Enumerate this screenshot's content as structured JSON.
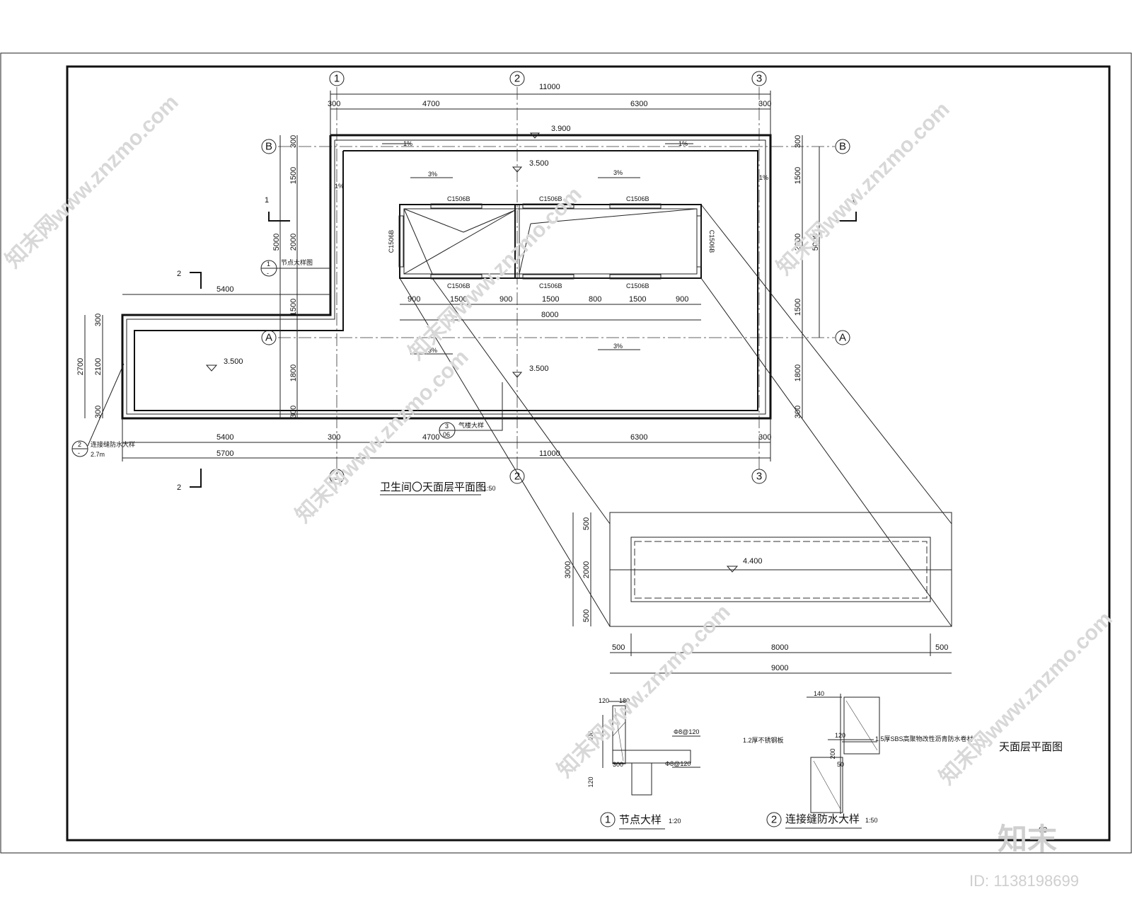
{
  "plan": {
    "title": "卫生间〇天面层平面图",
    "scale": "1:50",
    "axes": {
      "one": "1",
      "two": "2",
      "three": "3",
      "a": "A",
      "b": "B"
    },
    "top_dims": {
      "total": "11000",
      "d300a": "300",
      "d4700": "4700",
      "d6300": "6300",
      "d300b": "300"
    },
    "bottom_dims": {
      "d5400": "5400",
      "d300": "300",
      "d4700": "4700",
      "d6300": "6300",
      "d300b": "300",
      "d5700": "5700",
      "d11000": "11000"
    },
    "left_dims": {
      "d300": "300",
      "d1500": "1500",
      "d2000": "2000",
      "d1500b": "1500",
      "d1800": "1800",
      "d300b": "300",
      "d5000": "5000",
      "d2700": "2700",
      "d2100": "2100",
      "d300c": "300",
      "d300d": "300",
      "wing": "5400"
    },
    "right_dims": {
      "d300": "300",
      "d1500": "1500",
      "d2000": "2000",
      "d1500b": "1500",
      "d1800": "1800",
      "d300b": "300",
      "d5000": "5000"
    },
    "window_dims": {
      "d900a": "900",
      "d1500a": "1500",
      "d900b": "900",
      "d1500b": "1500",
      "d800": "800",
      "d1500c": "1500",
      "d900c": "900",
      "total": "8000"
    },
    "elevations": {
      "top": "3.900",
      "mid_top": "3.500",
      "mid_bottom": "3.500",
      "left": "3.500"
    },
    "slopes": {
      "a": "1%",
      "b": "1%",
      "c": "1%",
      "d": "1%",
      "e": "3%",
      "f": "3%",
      "g": "3%",
      "h": "3%"
    },
    "windows": {
      "w": "C1506B"
    },
    "section_marks": {
      "s1": "1",
      "s2": "2"
    },
    "callouts": {
      "node_label": "节点大样图",
      "node_num": "1",
      "node_sub": "-",
      "joint_num": "2",
      "joint_sub": "-",
      "joint_label": "连接缝防水大样",
      "joint_height": "2.7m",
      "detail3_num": "3",
      "detail3_sub": "06",
      "detail3_label": "气楼大样"
    }
  },
  "roof": {
    "elevation": "4.400",
    "left_dims": {
      "total": "3000",
      "d500a": "500",
      "d2000": "2000",
      "d500b": "500"
    },
    "bottom_dims": {
      "d500a": "500",
      "d8000": "8000",
      "d500b": "500",
      "total": "9000"
    }
  },
  "detail1": {
    "num": "1",
    "title": "节点大样",
    "scale": "1:20",
    "dims": {
      "d120": "120",
      "d180": "180",
      "d400": "400",
      "d300": "300",
      "d120b": "120"
    },
    "rebar": {
      "r1": "Φ8@120",
      "r2": "Φ8@120"
    }
  },
  "detail2": {
    "num": "2",
    "title": "连接缝防水大样",
    "scale": "1:50",
    "dims": {
      "d140": "140",
      "d120": "120",
      "d200": "200",
      "d50": "50"
    },
    "notes": {
      "n1": "1.2厚不锈钢板",
      "n2": "1.5厚SBS高聚物改性沥青防水卷材"
    }
  },
  "sheet": {
    "caption": "天面层平面图",
    "page": "03"
  },
  "watermark": {
    "site": "知末网www.znzmo.com",
    "brand": "知末",
    "id": "ID: 1138198699"
  }
}
